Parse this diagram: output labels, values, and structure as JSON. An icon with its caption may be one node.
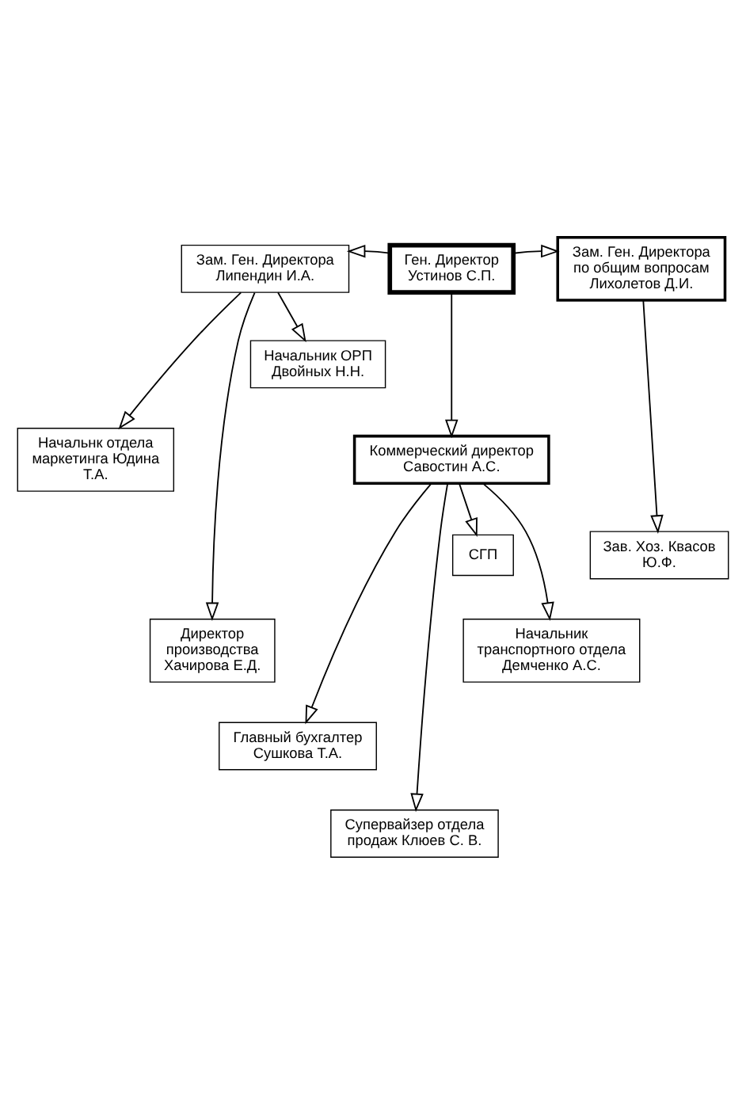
{
  "diagram": {
    "nodes": [
      {
        "text": [
          "Ген. Директор",
          "Устинов С.П."
        ]
      },
      {
        "text": [
          "Зам. Ген. Директора",
          "Липендин И.А."
        ]
      },
      {
        "text": [
          "Зам. Ген. Директора по общим вопросам",
          "Лихолетов Д.И."
        ]
      },
      {
        "text": [
          "Начальник ОРП",
          "Двойных Н.Н."
        ]
      },
      {
        "text": [
          "Коммерческий директор",
          "Савостин А.С."
        ]
      },
      {
        "text": [
          "Зав. Хоз. Квасов Ю.Ф."
        ]
      },
      {
        "text": [
          "Начальнк отдела маркетинга Юдина Т.А."
        ]
      },
      {
        "text": [
          "СГП"
        ]
      },
      {
        "text": [
          "Начальник транспортного отдела Демченко А.С."
        ]
      },
      {
        "text": [
          "Директор производства Хачирова Е.Д."
        ]
      },
      {
        "text": [
          "Главный бухгалтер Сушкова Т.А."
        ]
      },
      {
        "text": [
          "Супервайзер отдела продаж Клюев С. В."
        ]
      }
    ],
    "edges": [
      {
        "from": 0,
        "to": 1,
        "arrow": "to"
      },
      {
        "from": 0,
        "to": 2,
        "arrow": "to"
      },
      {
        "from": 0,
        "to": 4,
        "arrow": "to"
      },
      {
        "from": 1,
        "to": 3,
        "arrow": "to"
      },
      {
        "from": 1,
        "to": 6,
        "arrow": "to"
      },
      {
        "from": 1,
        "to": 9,
        "arrow": "to"
      },
      {
        "from": 2,
        "to": 5,
        "arrow": "to"
      },
      {
        "from": 4,
        "to": 7,
        "arrow": "to"
      },
      {
        "from": 4,
        "to": 8,
        "arrow": "to"
      },
      {
        "from": 4,
        "to": 10,
        "arrow": "to"
      },
      {
        "from": 4,
        "to": 11,
        "arrow": "to"
      }
    ]
  }
}
